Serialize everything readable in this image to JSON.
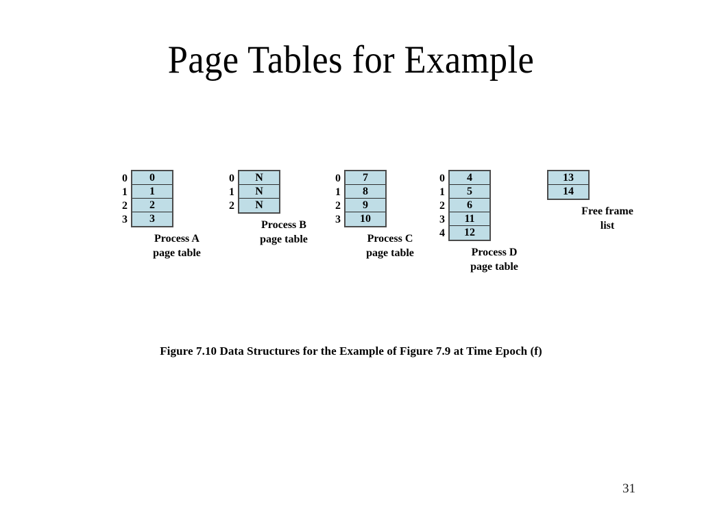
{
  "slide": {
    "title": "Page Tables for Example",
    "page_number": "31",
    "figure_caption": "Figure 7.10  Data Structures for the Example of Figure 7.9 at Time Epoch (f)",
    "cell_fill_color": "#bfdde6",
    "border_color": "#2b2b2b",
    "background_color": "#ffffff"
  },
  "figure": {
    "tables": [
      {
        "id": "process-a",
        "caption": "Process A\npage table",
        "show_index": true,
        "indices": [
          "0",
          "1",
          "2",
          "3"
        ],
        "entries": [
          "0",
          "1",
          "2",
          "3"
        ]
      },
      {
        "id": "process-b",
        "caption": "Process B\npage table",
        "show_index": true,
        "indices": [
          "0",
          "1",
          "2"
        ],
        "entries": [
          "N",
          "N",
          "N"
        ]
      },
      {
        "id": "process-c",
        "caption": "Process C\npage table",
        "show_index": true,
        "indices": [
          "0",
          "1",
          "2",
          "3"
        ],
        "entries": [
          "7",
          "8",
          "9",
          "10"
        ]
      },
      {
        "id": "process-d",
        "caption": "Process D\npage table",
        "show_index": true,
        "indices": [
          "0",
          "1",
          "2",
          "3",
          "4"
        ],
        "entries": [
          "4",
          "5",
          "6",
          "11",
          "12"
        ]
      },
      {
        "id": "free-frame-list",
        "caption": "Free frame\nlist",
        "show_index": false,
        "indices": [],
        "entries": [
          "13",
          "14"
        ]
      }
    ]
  }
}
